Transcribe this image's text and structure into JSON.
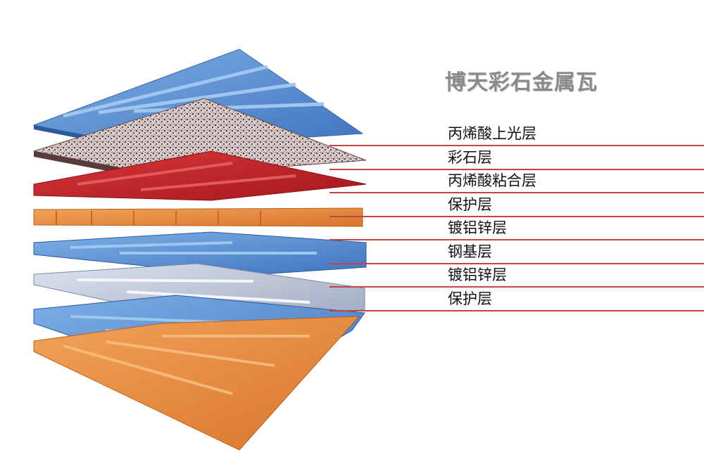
{
  "title": "博天彩石金属瓦",
  "layers": [
    {
      "label": "丙烯酸上光层",
      "color": "#5b8ed2"
    },
    {
      "label": "彩石层",
      "color": "#8a6a6a"
    },
    {
      "label": "丙烯酸粘合层",
      "color": "#c4262b"
    },
    {
      "label": "保护层",
      "color": "#e8893a"
    },
    {
      "label": "镀铝锌层",
      "color": "#5b8ed2"
    },
    {
      "label": "钢基层",
      "color": "#b9c2d6"
    },
    {
      "label": "镀铝锌层",
      "color": "#5b8ed2"
    },
    {
      "label": "保护层",
      "color": "#e8893a"
    }
  ],
  "leader_color": "#c4434a"
}
